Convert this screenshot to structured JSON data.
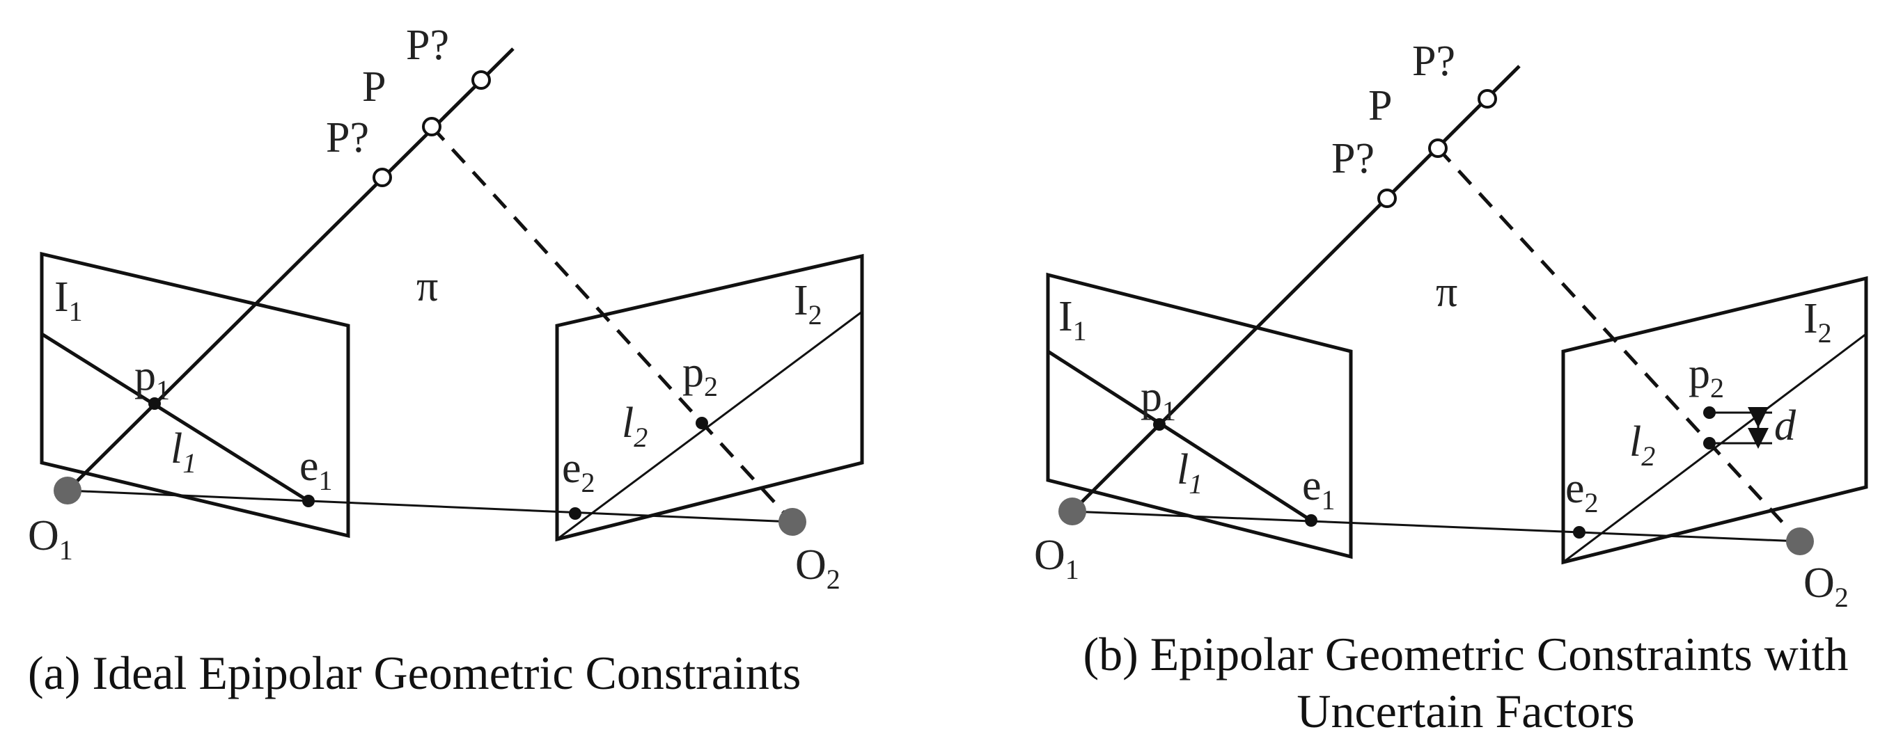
{
  "panels": {
    "a": {
      "caption": "(a) Ideal Epipolar Geometric Constraints",
      "plane_label": "π",
      "point_label": "P",
      "candidate_label": "P?",
      "image1": {
        "main": "I",
        "sub": "1"
      },
      "image2": {
        "main": "I",
        "sub": "2"
      },
      "p1": {
        "main": "p",
        "sub": "1"
      },
      "p2": {
        "main": "p",
        "sub": "2"
      },
      "l1": {
        "main": "l",
        "sub": "1"
      },
      "l2": {
        "main": "l",
        "sub": "2"
      },
      "e1": {
        "main": "e",
        "sub": "1"
      },
      "e2": {
        "main": "e",
        "sub": "2"
      },
      "o1": {
        "main": "O",
        "sub": "1"
      },
      "o2": {
        "main": "O",
        "sub": "2"
      }
    },
    "b": {
      "caption_line1": "(b) Epipolar Geometric Constraints with",
      "caption_line2": "Uncertain Factors",
      "plane_label": "π",
      "point_label": "P",
      "candidate_label": "P?",
      "distance_label": "d",
      "image1": {
        "main": "I",
        "sub": "1"
      },
      "image2": {
        "main": "I",
        "sub": "2"
      },
      "p1": {
        "main": "p",
        "sub": "1"
      },
      "p2": {
        "main": "p",
        "sub": "2"
      },
      "l1": {
        "main": "l",
        "sub": "1"
      },
      "l2": {
        "main": "l",
        "sub": "2"
      },
      "e1": {
        "main": "e",
        "sub": "1"
      },
      "e2": {
        "main": "e",
        "sub": "2"
      },
      "o1": {
        "main": "O",
        "sub": "1"
      },
      "o2": {
        "main": "O",
        "sub": "2"
      }
    }
  }
}
